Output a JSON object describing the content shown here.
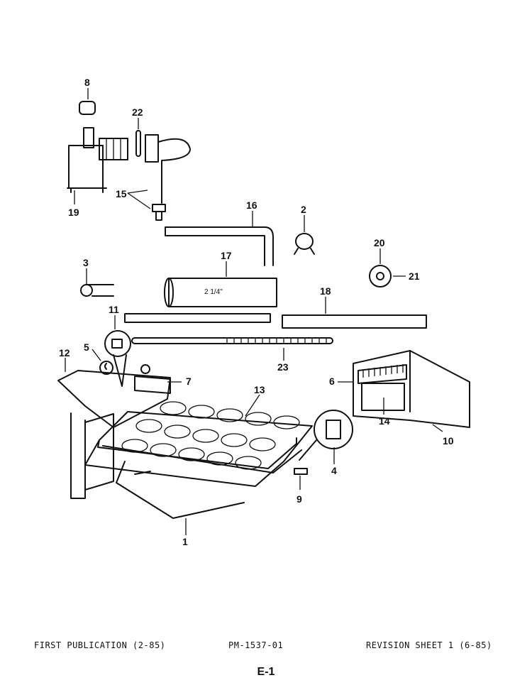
{
  "callouts": [
    "8",
    "22",
    "15",
    "19",
    "16",
    "2",
    "20",
    "21",
    "3",
    "17",
    "18",
    "11",
    "5",
    "12",
    "7",
    "13",
    "23",
    "6",
    "14",
    "10",
    "4",
    "9",
    "1"
  ],
  "tube_marking": "2 1/4\"",
  "footer": {
    "left": "FIRST PUBLICATION (2-85)",
    "center": "PM-1537-01",
    "right": "REVISION SHEET 1 (6-85)"
  },
  "page_number": "E-1"
}
